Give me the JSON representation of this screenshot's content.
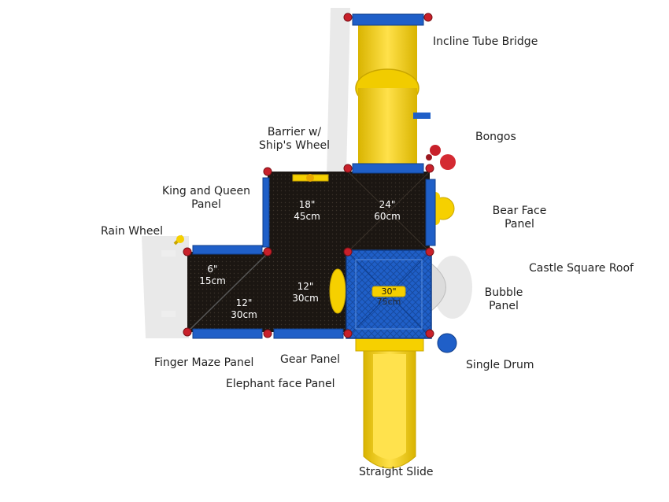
{
  "labels": {
    "incline_tube_bridge": "Incline Tube Bridge",
    "bongos": "Bongos",
    "barrier_line1": "Barrier w/",
    "barrier_line2": "Ship's Wheel",
    "king_queen_line1": "King and Queen",
    "king_queen_line2": "Panel",
    "bear_face_line1": "Bear Face",
    "bear_face_line2": "Panel",
    "rain_wheel": "Rain Wheel",
    "castle_square_roof": "Castle Square Roof",
    "bubble_line1": "Bubble",
    "bubble_line2": "Panel",
    "finger_maze_panel": "Finger Maze Panel",
    "gear_panel": "Gear Panel",
    "single_drum": "Single Drum",
    "elephant_face_panel": "Elephant face Panel",
    "straight_slide": "Straight Slide"
  },
  "decks": {
    "deck_18": {
      "in": "18\"",
      "cm": "45cm"
    },
    "deck_24": {
      "in": "24\"",
      "cm": "60cm"
    },
    "deck_6": {
      "in": "6\"",
      "cm": "15cm"
    },
    "deck_12a": {
      "in": "12\"",
      "cm": "30cm"
    },
    "deck_12b": {
      "in": "12\"",
      "cm": "30cm"
    },
    "deck_30": {
      "in": "30\"",
      "cm": "75cm"
    }
  },
  "colors": {
    "deck": "#1b1612",
    "blue": "#1f5fc8",
    "yellow": "#f6d000",
    "red": "#c8202a"
  }
}
